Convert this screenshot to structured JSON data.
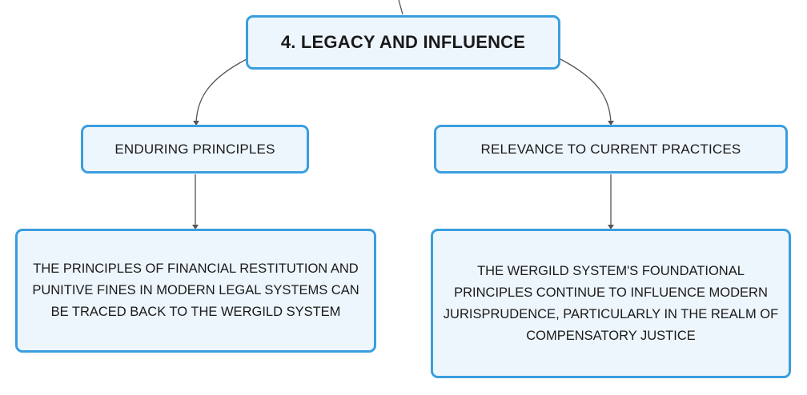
{
  "diagram": {
    "root": {
      "label": "4. LEGACY AND INFLUENCE"
    },
    "branches": [
      {
        "label": "ENDURING PRINCIPLES",
        "detail": "THE PRINCIPLES OF FINANCIAL RESTITUTION AND PUNITIVE FINES IN MODERN LEGAL SYSTEMS CAN BE TRACED BACK TO THE WERGILD SYSTEM"
      },
      {
        "label": "RELEVANCE TO CURRENT PRACTICES",
        "detail": "THE WERGILD SYSTEM'S FOUNDATIONAL PRINCIPLES CONTINUE TO INFLUENCE MODERN JURISPRUDENCE, PARTICULARLY IN THE REALM OF COMPENSATORY JUSTICE"
      }
    ],
    "colors": {
      "node_border": "#3a9ee0",
      "node_fill": "#eef6fd",
      "connector": "#555555",
      "text": "#1a1a1a"
    }
  }
}
